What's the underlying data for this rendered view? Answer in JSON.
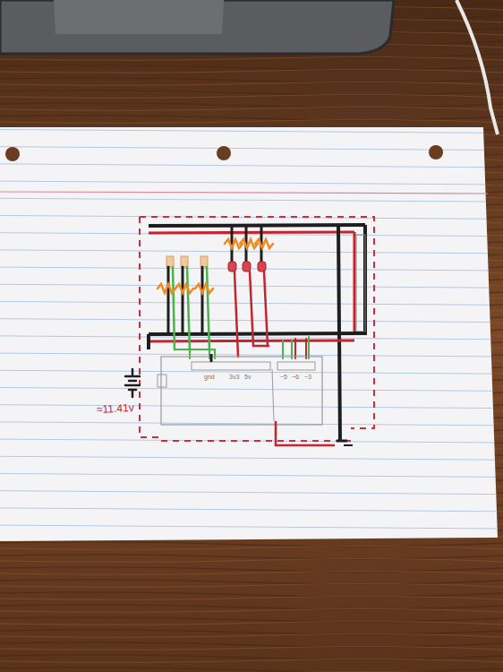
{
  "diagram": {
    "labels": [
      "≈11.41v",
      "gnd",
      "3v3",
      "5v",
      "~5",
      "~6",
      "~3"
    ]
  }
}
